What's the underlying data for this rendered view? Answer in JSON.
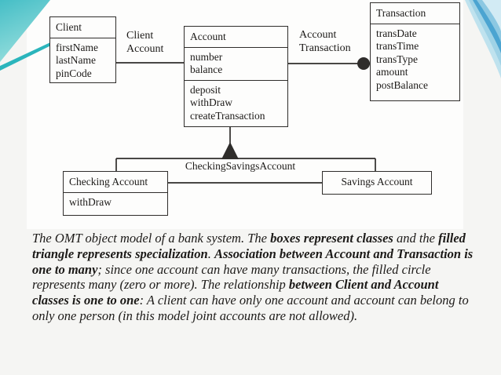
{
  "colors": {
    "bg": "#f5f5f3",
    "scan": "#fdfdfc",
    "line": "#2f2d2b",
    "ink": "#1c1a18",
    "teal-main-dark": "#45bec6",
    "teal-main-light": "#96dedd",
    "teal-stripe": "#2bb5bc",
    "blue-band-1": "#bfe2ee",
    "blue-band-2": "#9fd2e6",
    "blue-band-3": "#4ba4d1",
    "blue-band-4": "#8cc8e2",
    "blue-band-5": "#d2ebf4"
  },
  "diagram": {
    "client": {
      "title": "Client",
      "attributes": [
        "firstName",
        "lastName",
        "pinCode"
      ]
    },
    "account": {
      "title": "Account",
      "attributes": [
        "number",
        "balance"
      ],
      "operations": [
        "deposit",
        "withDraw",
        "createTransaction"
      ]
    },
    "transaction": {
      "title": "Transaction",
      "attributes": [
        "transDate",
        "transTime",
        "transType",
        "amount",
        "postBalance"
      ]
    },
    "checking": {
      "title": "Checking Account",
      "operations": [
        "withDraw"
      ]
    },
    "savings": {
      "title": "Savings Account"
    },
    "association_client_account": [
      "Client",
      "Account"
    ],
    "association_account_transaction": [
      "Account",
      "Transaction"
    ],
    "specialization_label": "CheckingSavingsAccount"
  },
  "caption": {
    "segments": [
      {
        "text": "The OMT object model of a bank system. The ",
        "bold": false
      },
      {
        "text": "boxes represent classes",
        "bold": true
      },
      {
        "text": " and the ",
        "bold": false
      },
      {
        "text": "filled triangle represents specialization",
        "bold": true
      },
      {
        "text": ". ",
        "bold": false
      },
      {
        "text": "Association between Account and Transaction is one to many",
        "bold": true
      },
      {
        "text": "; since one account can have many transactions, the filled circle represents many (zero or more). The relationship ",
        "bold": false
      },
      {
        "text": "between Client and Account classes is one to one",
        "bold": true
      },
      {
        "text": ": A client can have only one account and account can belong to only one person (in this model joint accounts are not allowed).",
        "bold": false
      }
    ]
  }
}
